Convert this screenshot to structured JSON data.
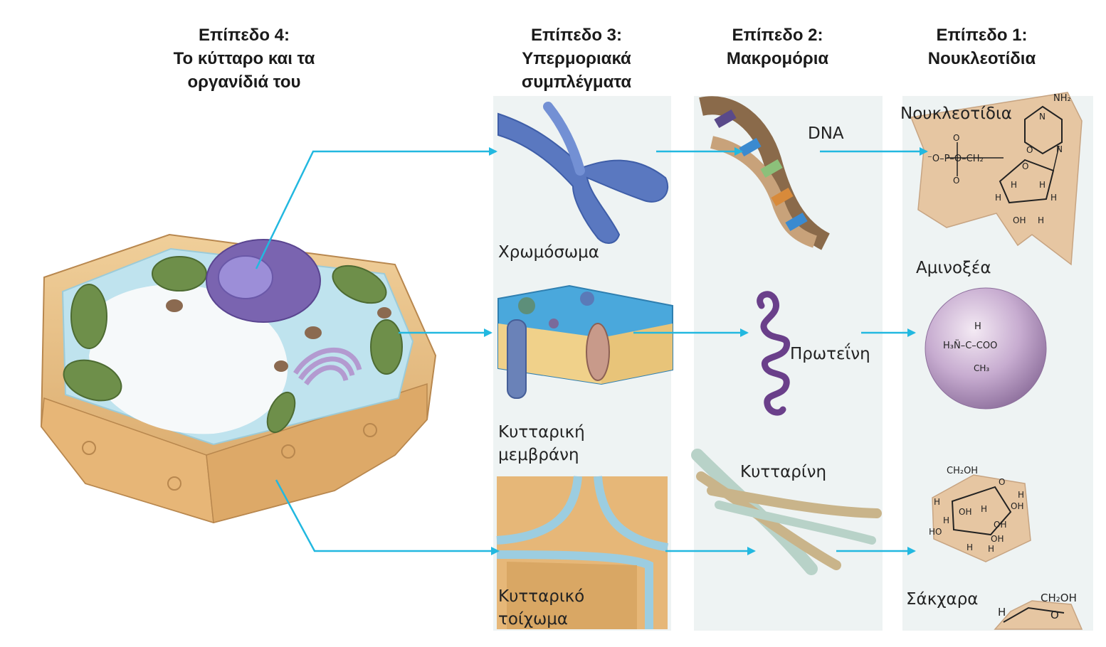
{
  "levels": {
    "level4": {
      "line1": "Επίπεδο 4:",
      "line2": "Το κύτταρο και τα",
      "line3": "οργανίδιά του"
    },
    "level3": {
      "line1": "Επίπεδο 3:",
      "line2": "Υπερμοριακά",
      "line3": "συμπλέγματα"
    },
    "level2": {
      "line1": "Επίπεδο 2:",
      "line2": "Μακρομόρια"
    },
    "level1": {
      "line1": "Επίπεδο 1:",
      "line2": "Νουκλεοτίδια"
    }
  },
  "supramolecular": {
    "chromosome": "Χρωμόσωμα",
    "membrane_line1": "Κυτταρική",
    "membrane_line2": "μεμβράνη",
    "wall_line1": "Κυτταρικό",
    "wall_line2": "τοίχωμα"
  },
  "macromolecules": {
    "dna": "DNA",
    "protein": "Πρωτεΐνη",
    "cellulose": "Κυτταρίνη"
  },
  "monomers": {
    "nucleotides": "Νουκλεοτίδια",
    "amino_acids": "Αμινοξέα",
    "sugars": "Σάκχαρα"
  },
  "chemistry": {
    "nucleotide": {
      "nh2": "NH₂",
      "n1": "N",
      "n2": "N",
      "o_ring": "O",
      "o_keto": "O",
      "phosphate": "⁻O–P–O–CH₂",
      "p_o_top": "O",
      "p_o_bottom": "O",
      "h_a": "H",
      "h_b": "H",
      "h_c": "H",
      "h_d": "H",
      "oh": "OH",
      "h_e": "H"
    },
    "amino_acid": {
      "h": "H",
      "amine": "H₃N̈–C–COO",
      "methyl": "CH₃"
    },
    "sugar": {
      "ch2oh_top": "CH₂OH",
      "h1": "H",
      "o": "O",
      "h2": "H",
      "oh1": "OH",
      "h3": "H",
      "oh2": "OH",
      "h4": "H",
      "oh3": "OH",
      "ho": "HO",
      "h5": "H",
      "oh4": "OH",
      "h6": "H"
    },
    "sugar_partial": {
      "ch2oh": "CH₂OH",
      "h": "H",
      "o": "O"
    }
  },
  "colors": {
    "arrow": "#22b8e0",
    "panel": "#eef3f3",
    "cell_wall": "#e2b77a",
    "chloroplast": "#6e8f4a",
    "nucleus": "#7a64b0",
    "chromosome": "#5a78c0",
    "membrane": "#4aa8dc",
    "protein": "#6a3f8a",
    "amino_sphere": "#b89cc4",
    "parchment": "#e6c6a2"
  }
}
